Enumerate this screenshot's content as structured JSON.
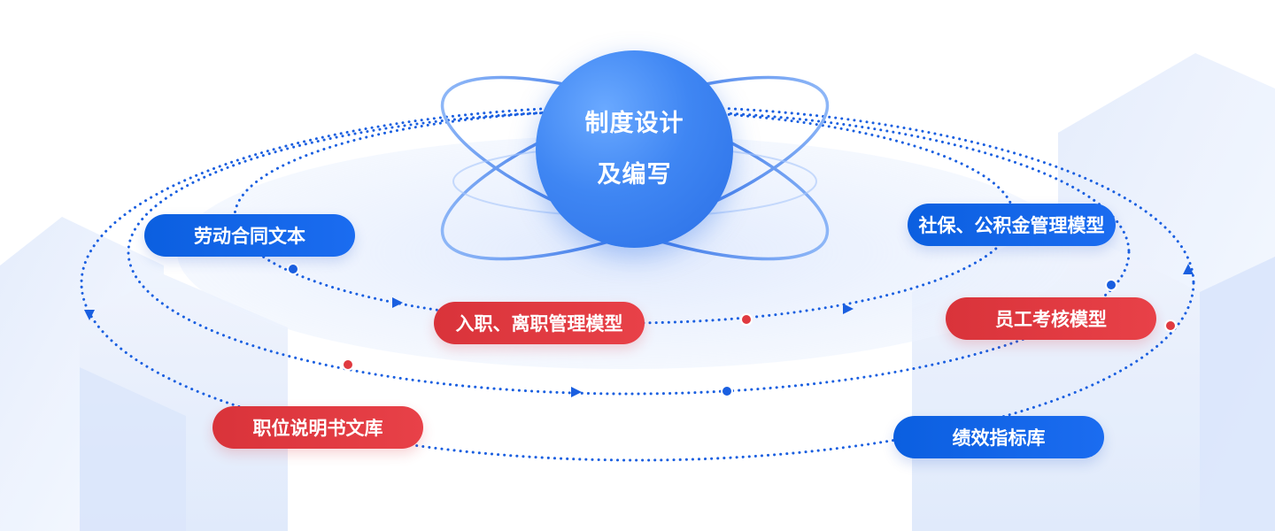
{
  "center": {
    "line1": "制度设计",
    "line2": "及编写"
  },
  "nodes": [
    {
      "label": "劳动合同文本",
      "color": "blue"
    },
    {
      "label": "入职、离职管理模型",
      "color": "red"
    },
    {
      "label": "社保、公积金管理模型",
      "color": "blue"
    },
    {
      "label": "员工考核模型",
      "color": "red"
    },
    {
      "label": "职位说明书文库",
      "color": "red"
    },
    {
      "label": "绩效指标库",
      "color": "blue"
    }
  ],
  "colors": {
    "primary": "#0b5fe0",
    "accent_red": "#e03a40",
    "hub": "#3f86f3",
    "dot_line": "#1a5fe0"
  }
}
